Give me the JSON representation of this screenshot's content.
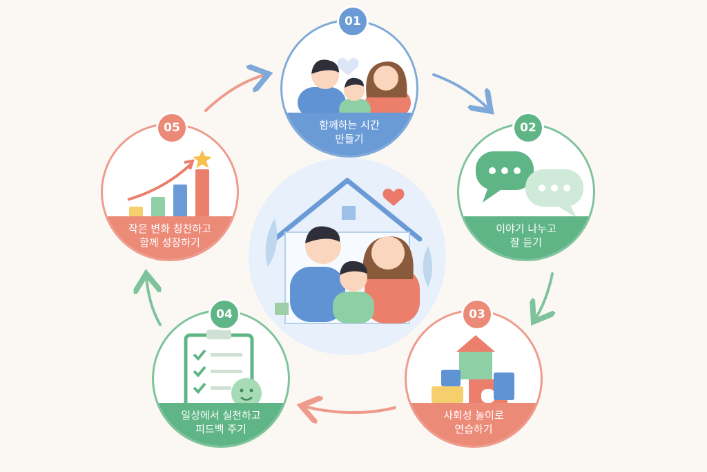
{
  "colors": {
    "blue": "#6a9bd6",
    "green": "#5fb586",
    "red": "#ec8a78",
    "background": "#fbf8f4"
  },
  "center": {
    "icon": "family-house-icon"
  },
  "steps": [
    {
      "num": "01",
      "line1": "함께하는 시간",
      "line2": "만들기",
      "icon": "family-heart-icon",
      "color": "blue"
    },
    {
      "num": "02",
      "line1": "이야기 나누고",
      "line2": "잘 듣기",
      "icon": "speech-bubbles-icon",
      "color": "green"
    },
    {
      "num": "03",
      "line1": "사회성 놀이로",
      "line2": "연습하기",
      "icon": "toy-blocks-icon",
      "color": "red"
    },
    {
      "num": "04",
      "line1": "일상에서 실천하고",
      "line2": "피드백 주기",
      "icon": "checklist-icon",
      "color": "green"
    },
    {
      "num": "05",
      "line1": "작은 변화 칭찬하고",
      "line2": "함께 성장하기",
      "icon": "growth-chart-icon",
      "color": "red"
    }
  ]
}
